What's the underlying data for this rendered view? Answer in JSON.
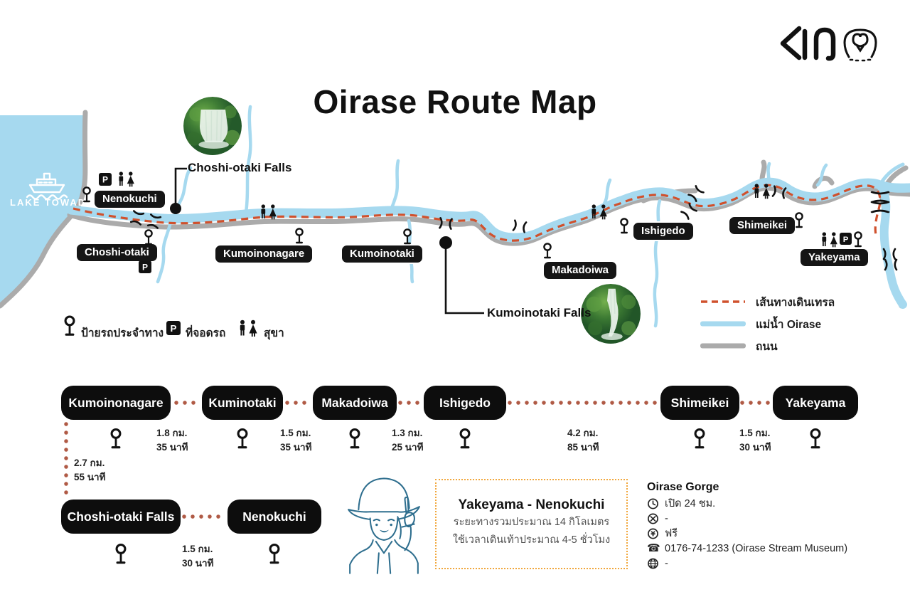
{
  "logo": {
    "brand": "KIJ",
    "icon": "penguin"
  },
  "title": "Oirase Route Map",
  "map": {
    "lake_label": "LAKE TOWADA",
    "stations": {
      "nenokuchi": "Nenokuchi",
      "choshi_otaki": "Choshi-otaki",
      "kumoinonagare": "Kumoinonagare",
      "kumoinotaki": "Kumoinotaki",
      "makadoiwa": "Makadoiwa",
      "ishigedo": "Ishigedo",
      "shimeikei": "Shimeikei",
      "yakeyama": "Yakeyama"
    },
    "callouts": {
      "choshi": "Choshi-otaki Falls",
      "kumoinotaki": "Kumoinotaki Falls"
    }
  },
  "legend": {
    "trail": {
      "label": "เส้นทางเดินเทรล",
      "color": "#d0512d"
    },
    "river": {
      "label": "แม่น้ำ Oirase",
      "color": "#a6d9ef"
    },
    "road": {
      "label": "ถนน",
      "color": "#ababab"
    }
  },
  "icon_legend": {
    "bus_stop": "ป้ายรถประจำทาง",
    "parking": "ที่จอดรถ",
    "toilet": "สุขา"
  },
  "icons": {
    "parking_letter": "P",
    "yen_glyph": "¥",
    "phone_glyph": "☎"
  },
  "route": {
    "row1": {
      "stops": [
        "Kumoinonagare",
        "Kuminotaki",
        "Makadoiwa",
        "Ishigedo",
        "Shimeikei",
        "Yakeyama"
      ],
      "segments": [
        {
          "distance": "1.8 กม.",
          "time": "35 นาที"
        },
        {
          "distance": "1.5 กม.",
          "time": "35 นาที"
        },
        {
          "distance": "1.3 กม.",
          "time": "25 นาที"
        },
        {
          "distance": "4.2 กม.",
          "time": "85 นาที"
        },
        {
          "distance": "1.5 กม.",
          "time": "30 นาที"
        }
      ]
    },
    "branch": {
      "distance": "2.7 กม.",
      "time": "55 นาที"
    },
    "row2": {
      "stops": [
        "Choshi-otaki Falls",
        "Nenokuchi"
      ],
      "segments": [
        {
          "distance": "1.5 กม.",
          "time": "30 นาที"
        }
      ]
    }
  },
  "summary": {
    "title": "Yakeyama - Nenokuchi",
    "line1": "ระยะทางรวมประมาณ 14 กิโลเมตร",
    "line2": "ใช้เวลาเดินเท้าประมาณ 4-5 ชั่วโมง"
  },
  "venue": {
    "name": "Oirase Gorge",
    "hours": "เปิด 24 ชม.",
    "closed": "-",
    "fee": "ฟรี",
    "phone": "0176-74-1233 (Oirase Stream Museum)",
    "website": "-"
  }
}
